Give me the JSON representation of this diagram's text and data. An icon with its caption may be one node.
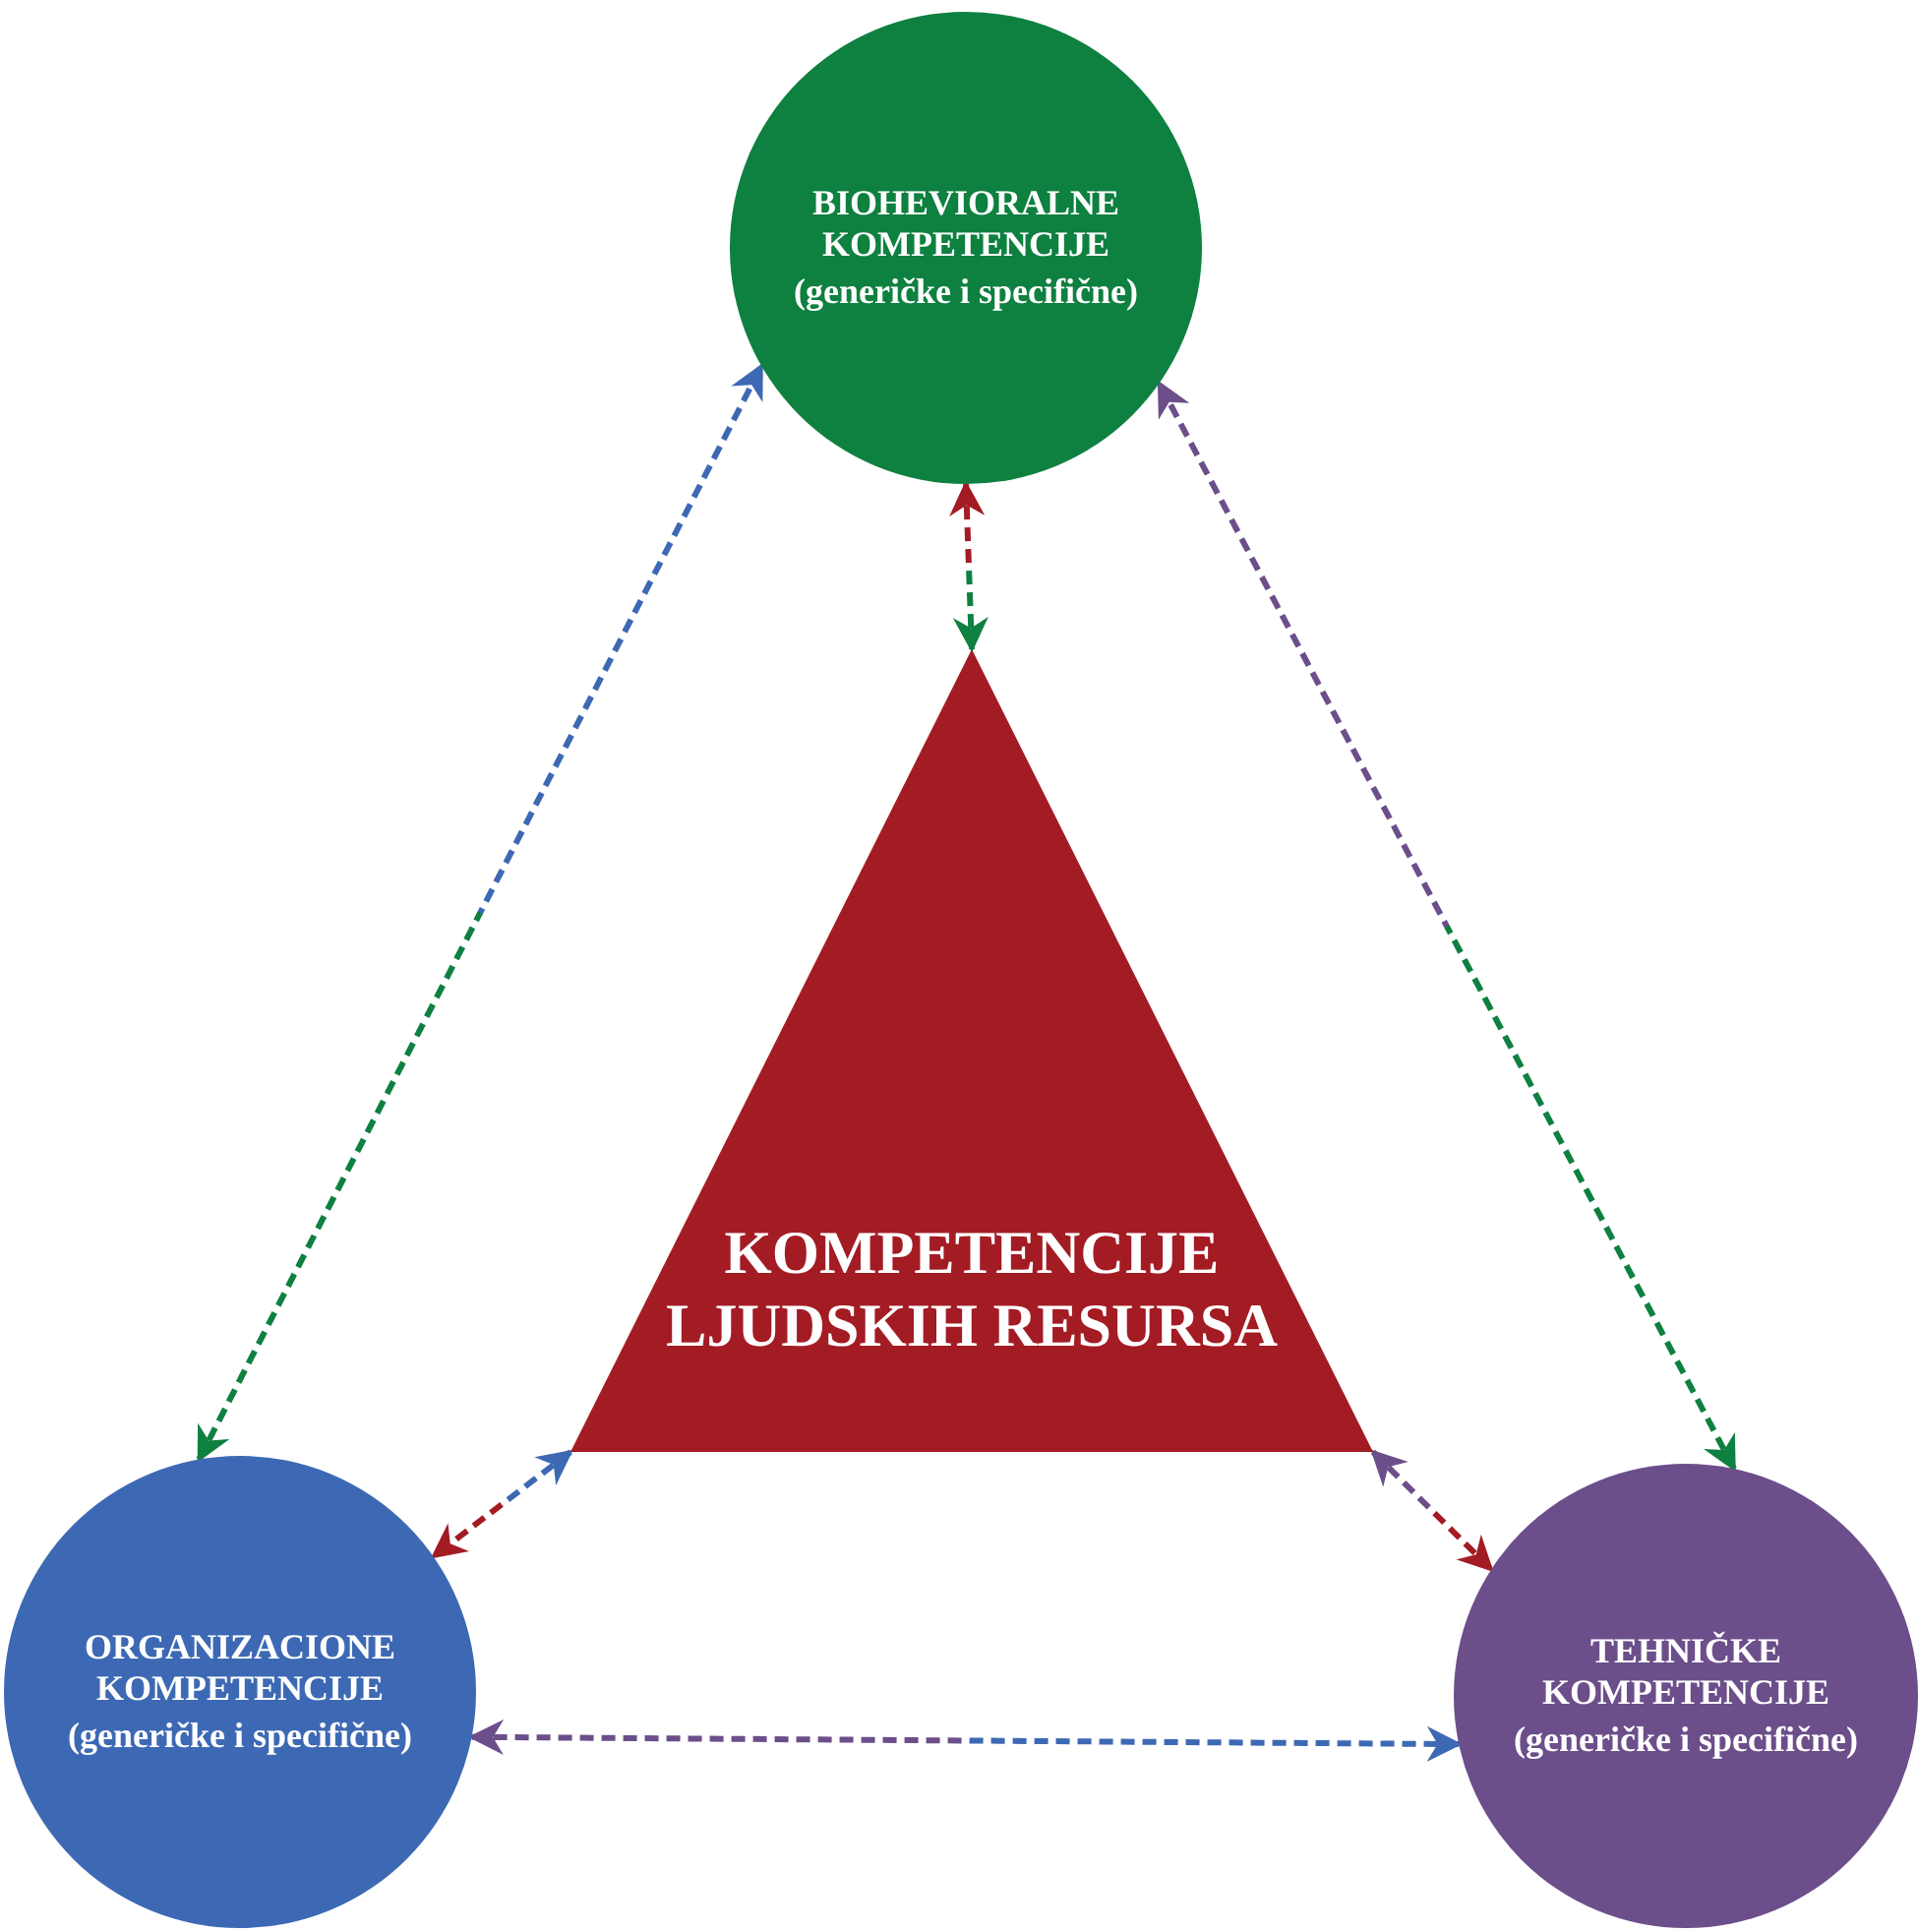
{
  "diagram": {
    "nodes": [
      {
        "text": [
          "BIOHEVIORALNE KOMPETENCIJE",
          "(generičke i specifične)"
        ]
      },
      {
        "text": [
          "KOMPETENCIJE LJUDSKIH RESURSA"
        ]
      },
      {
        "text": [
          "ORGANIZACIONE KOMPETENCIJE",
          "(generičke i specifične)"
        ]
      },
      {
        "text": [
          "TEHNIČKE KOMPETENCIJE",
          "(generičke i specifične)"
        ]
      }
    ],
    "edges": [
      {
        "from": 1,
        "to": 0,
        "arrow": "both",
        "style": "dashed"
      },
      {
        "from": 2,
        "to": 0,
        "arrow": "both",
        "style": "dashed"
      },
      {
        "from": 3,
        "to": 0,
        "arrow": "both",
        "style": "dashed"
      },
      {
        "from": 1,
        "to": 2,
        "arrow": "both",
        "style": "dashed"
      },
      {
        "from": 1,
        "to": 3,
        "arrow": "both",
        "style": "dashed"
      },
      {
        "from": 2,
        "to": 3,
        "arrow": "both",
        "style": "dashed"
      }
    ]
  }
}
